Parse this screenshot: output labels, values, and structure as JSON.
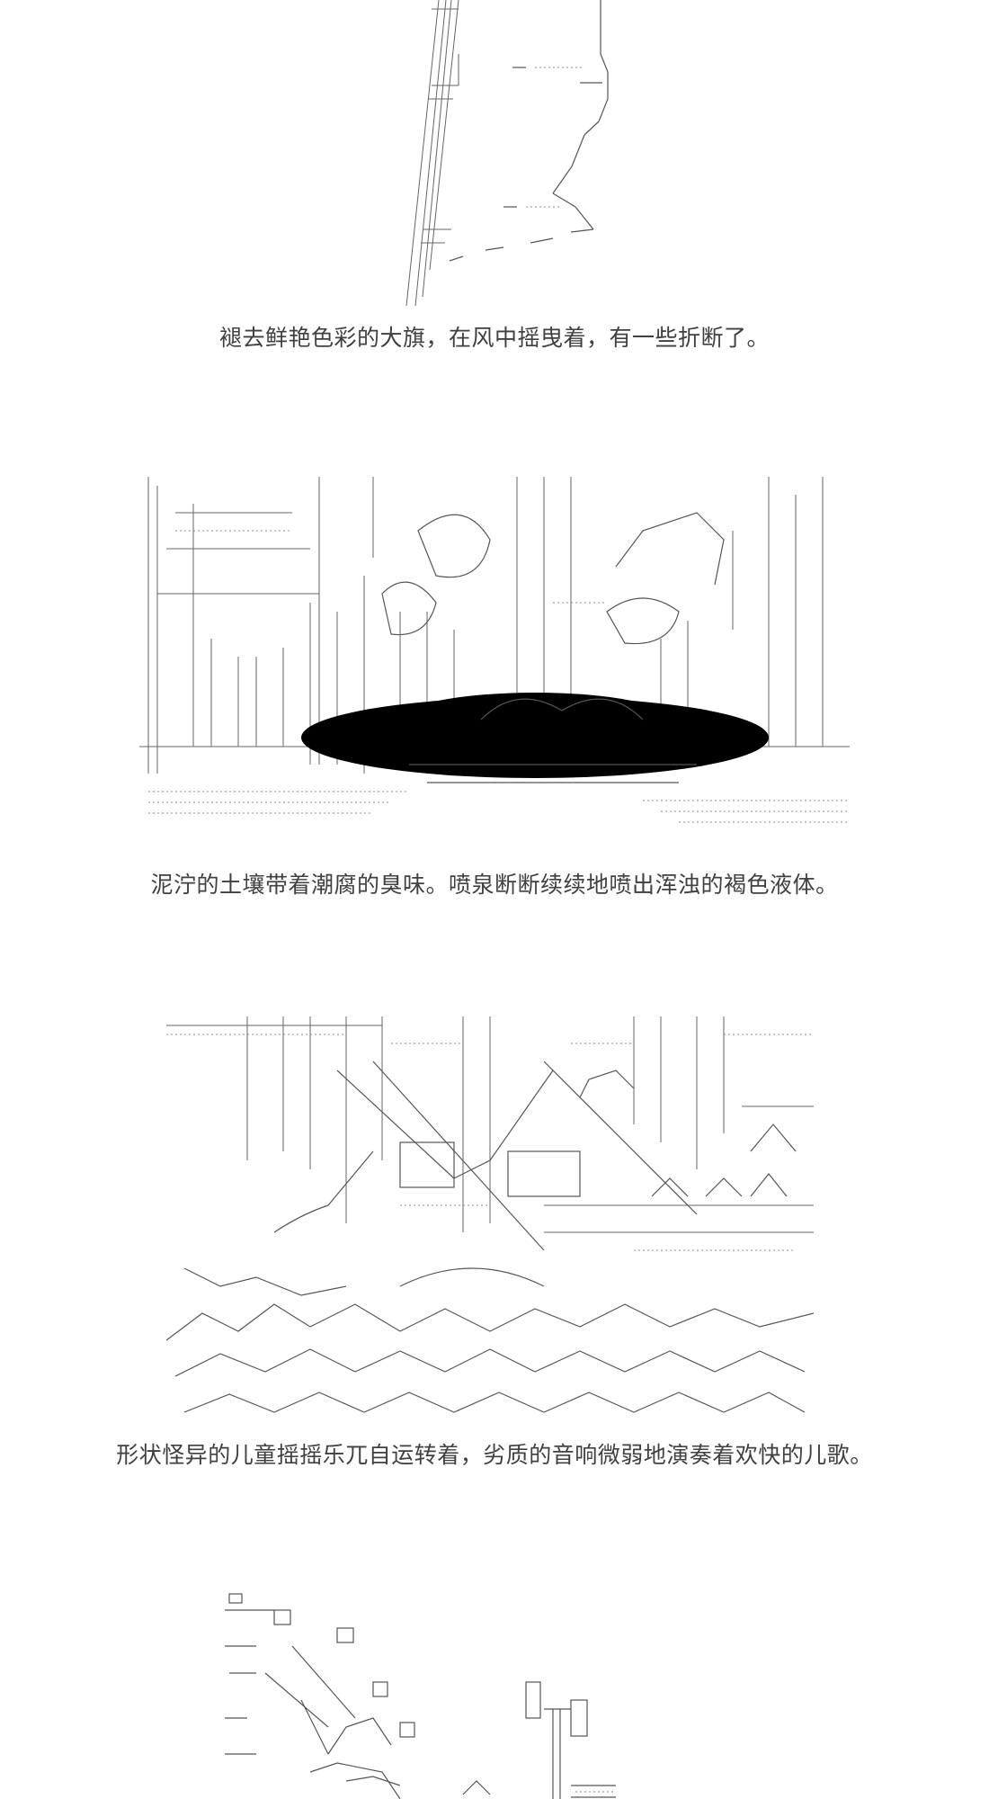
{
  "captions": [
    "褪去鲜艳色彩的大旗，在风中摇曳着，有一些折断了。",
    "泥泞的土壤带着潮腐的臭味。喷泉断断续续地喷出浑浊的褐色液体。",
    "形状怪异的儿童摇摇乐兀自运转着，劣质的音响微弱地演奏着欢快的儿歌。"
  ],
  "palette": {
    "background": "#ffffff",
    "ink": "#404040",
    "line": "#555555"
  }
}
